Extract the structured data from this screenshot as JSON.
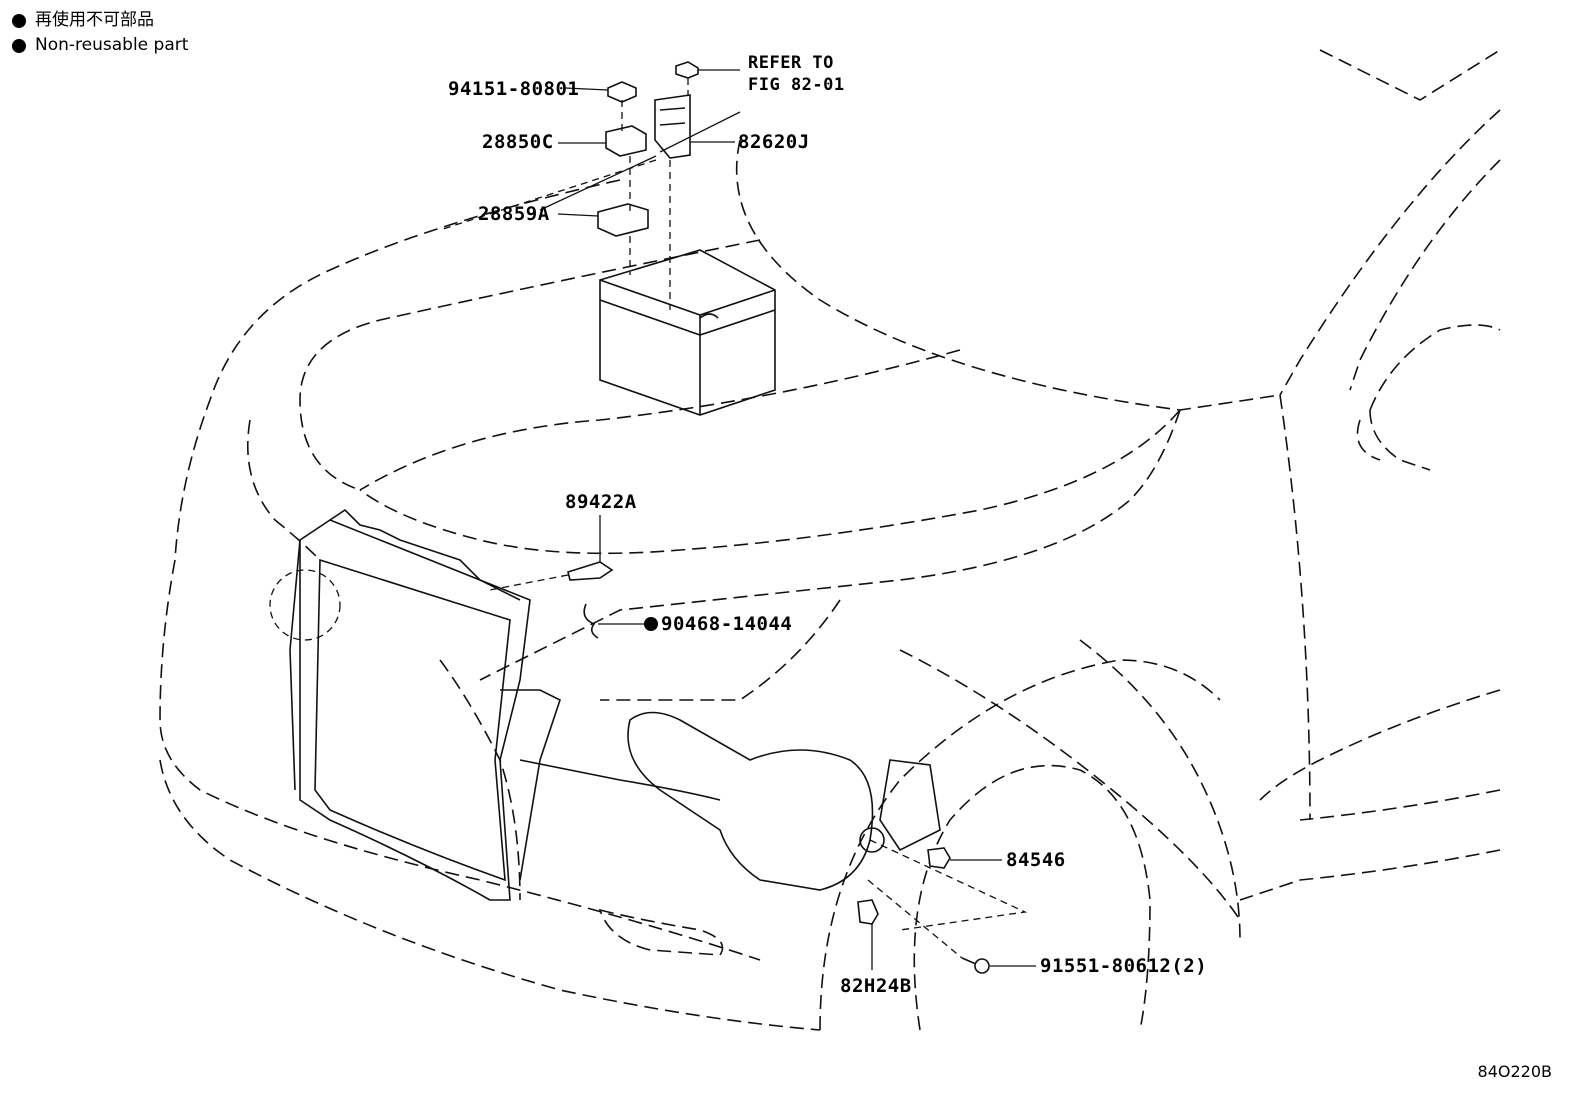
{
  "legend": {
    "line_jp": "再使用不可部品",
    "line_en": "Non-reusable part"
  },
  "parts": {
    "p94151": "94151-80801",
    "refer_line1": "REFER TO",
    "refer_line2": "FIG 82-01",
    "p28850": "28850C",
    "p82620": "82620J",
    "p28859": "28859A",
    "p89422": "89422A",
    "p90468": "90468-14044",
    "p84546": "84546",
    "p91551": "91551-80612(2)",
    "p82h24": "82H24B"
  },
  "figure_id": "84O220B"
}
